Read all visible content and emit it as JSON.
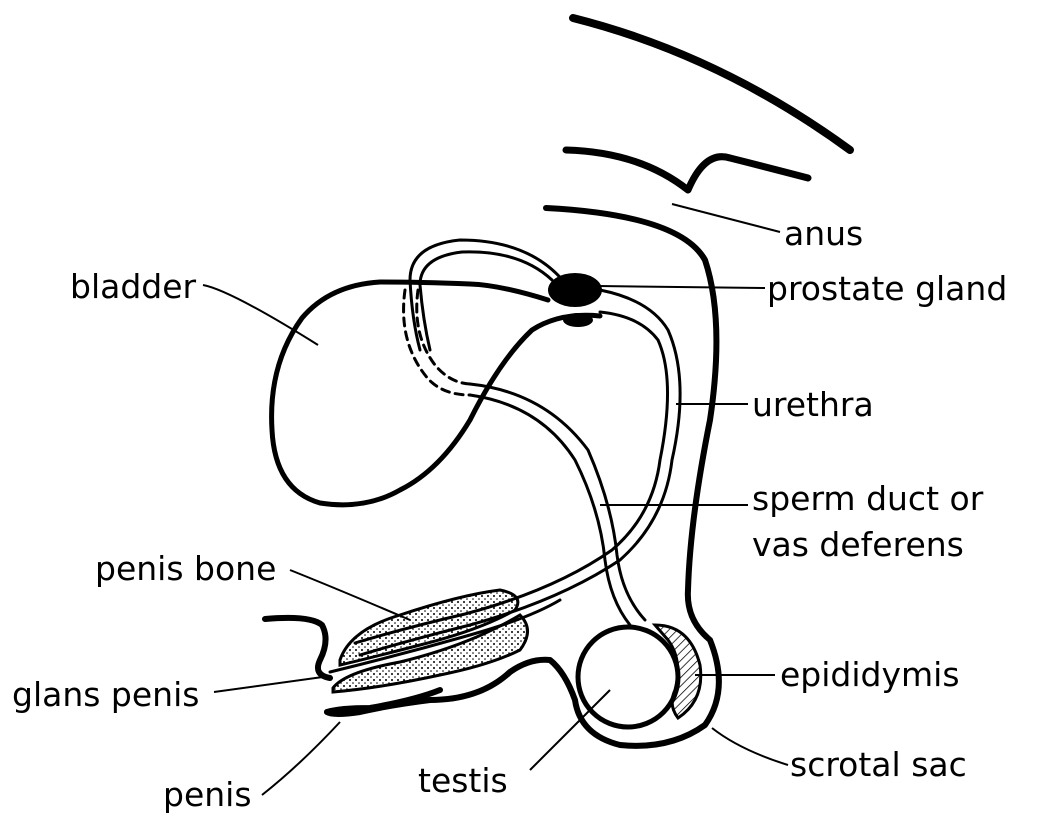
{
  "labels": {
    "anus": "anus",
    "prostate_gland": "prostate gland",
    "bladder": "bladder",
    "urethra": "urethra",
    "sperm_duct_line1": "sperm duct or",
    "sperm_duct_line2": "vas deferens",
    "penis_bone": "penis bone",
    "glans_penis": "glans penis",
    "epididymis": "epididymis",
    "penis": "penis",
    "testis": "testis",
    "scrotal_sac": "scrotal sac"
  }
}
